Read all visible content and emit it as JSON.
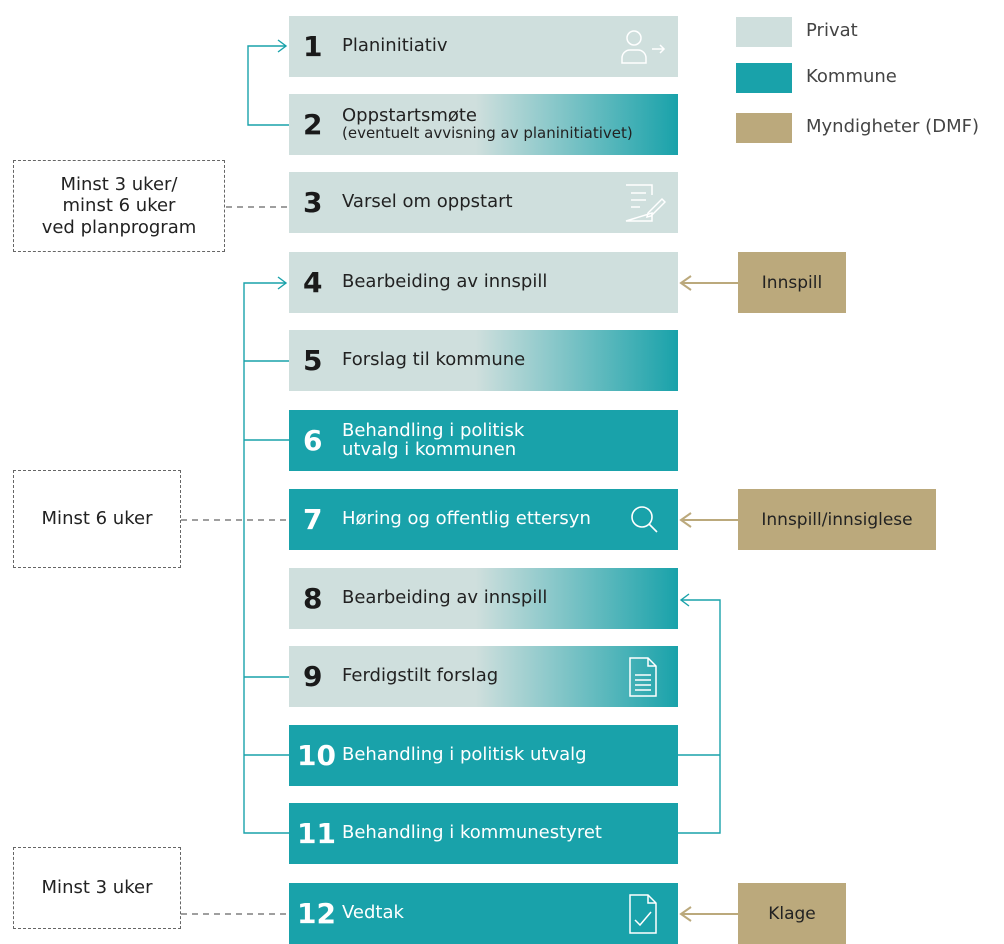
{
  "legend": [
    {
      "label": "Privat",
      "color": "#cfdfdd"
    },
    {
      "label": "Kommune",
      "color": "#19a2aa"
    },
    {
      "label": "Myndigheter (DMF)",
      "color": "#bba97c"
    }
  ],
  "steps": [
    {
      "num": "1",
      "label": "Planinitiativ",
      "icon": "person-arrow-icon"
    },
    {
      "num": "2",
      "label": "Oppstartsmøte",
      "sublabel": "(eventuelt avvisning av planinitiativet)"
    },
    {
      "num": "3",
      "label": "Varsel om oppstart",
      "icon": "document-pen-icon"
    },
    {
      "num": "4",
      "label": "Bearbeiding av innspill"
    },
    {
      "num": "5",
      "label": "Forslag til kommune"
    },
    {
      "num": "6",
      "label": "Behandling i politisk",
      "label2": "utvalg i kommunen"
    },
    {
      "num": "7",
      "label": "Høring og offentlig ettersyn",
      "icon": "magnifier-icon"
    },
    {
      "num": "8",
      "label": "Bearbeiding av innspill"
    },
    {
      "num": "9",
      "label": "Ferdigstilt forslag",
      "icon": "document-icon"
    },
    {
      "num": "10",
      "label": "Behandling i politisk utvalg"
    },
    {
      "num": "11",
      "label": "Behandling i kommunestyret"
    },
    {
      "num": "12",
      "label": "Vedtak",
      "icon": "document-check-icon"
    }
  ],
  "notes": [
    {
      "line1": "Minst 3 uker/",
      "line2": "minst 6 uker",
      "line3": "ved planprogram"
    },
    {
      "text": "Minst 6 uker"
    },
    {
      "text": "Minst 3 uker"
    }
  ],
  "inputs": [
    {
      "label": "Innspill"
    },
    {
      "label": "Innspill/innsiglese"
    },
    {
      "label": "Klage"
    }
  ],
  "colors": {
    "privat": "#cfdfdd",
    "kommune": "#19a2aa",
    "myndighet": "#bba97c",
    "line": "#19a2aa",
    "arrow_tan": "#bba97c"
  }
}
